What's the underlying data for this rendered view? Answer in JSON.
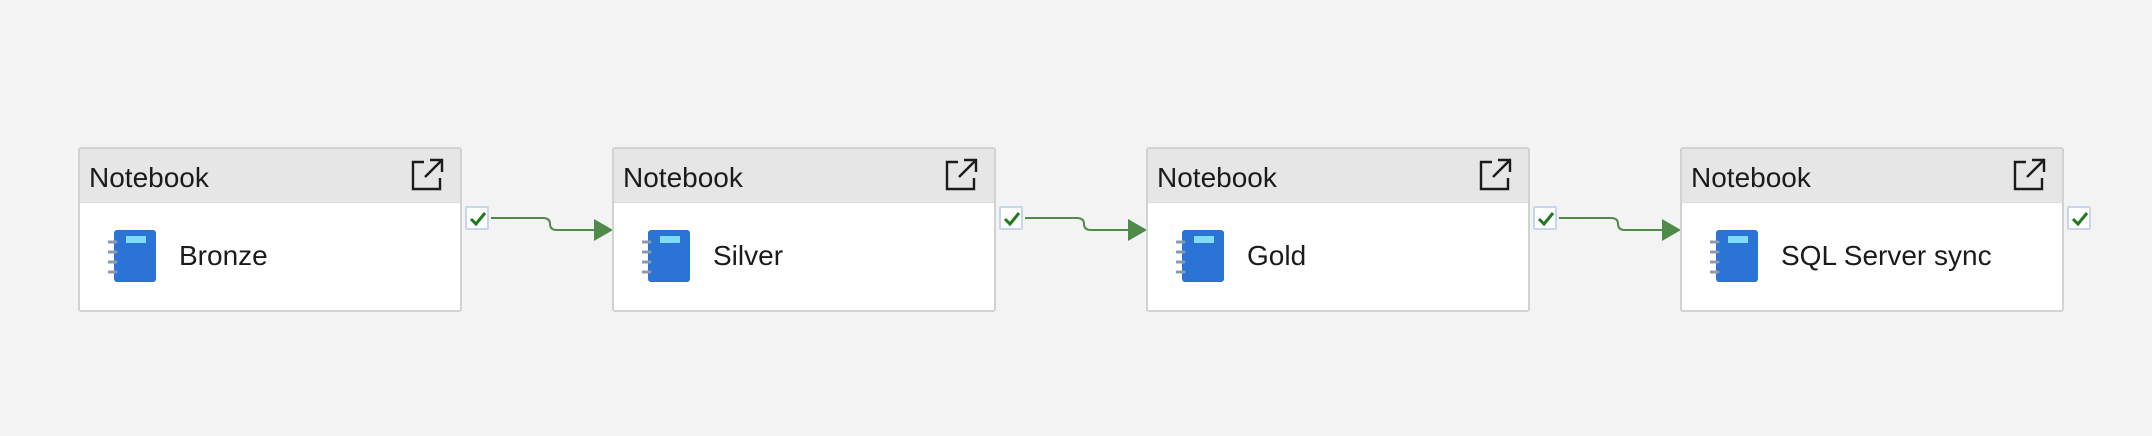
{
  "pipeline": {
    "colors": {
      "canvas_bg": "#f3f3f3",
      "header_bg": "#e6e6e6",
      "notebook_blue": "#2b73d4",
      "notebook_tab": "#7fdcfb",
      "success_green": "#4f8a4a",
      "check_green": "#1f7a1f"
    },
    "activities": [
      {
        "type": "Notebook",
        "name": "Bronze",
        "icon": "notebook-icon",
        "open_icon": "open-external-icon"
      },
      {
        "type": "Notebook",
        "name": "Silver",
        "icon": "notebook-icon",
        "open_icon": "open-external-icon"
      },
      {
        "type": "Notebook",
        "name": "Gold",
        "icon": "notebook-icon",
        "open_icon": "open-external-icon"
      },
      {
        "type": "Notebook",
        "name": "SQL Server sync",
        "icon": "notebook-icon",
        "open_icon": "open-external-icon"
      }
    ],
    "dependencies": [
      {
        "from": "Bronze",
        "to": "Silver",
        "condition": "success"
      },
      {
        "from": "Silver",
        "to": "Gold",
        "condition": "success"
      },
      {
        "from": "Gold",
        "to": "SQL Server sync",
        "condition": "success"
      }
    ]
  }
}
